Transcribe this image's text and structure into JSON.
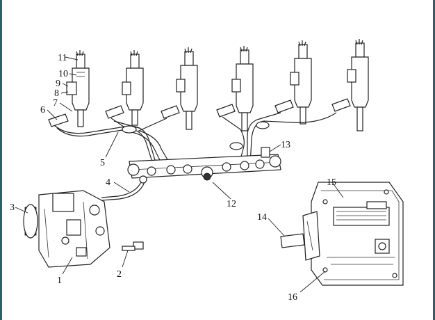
{
  "diagram": {
    "callouts": [
      {
        "id": "1",
        "text": "1"
      },
      {
        "id": "2",
        "text": "2"
      },
      {
        "id": "3",
        "text": "3"
      },
      {
        "id": "4",
        "text": "4"
      },
      {
        "id": "5",
        "text": "5"
      },
      {
        "id": "6",
        "text": "6"
      },
      {
        "id": "7",
        "text": "7"
      },
      {
        "id": "8",
        "text": "8"
      },
      {
        "id": "9",
        "text": "9"
      },
      {
        "id": "10",
        "text": "10"
      },
      {
        "id": "11",
        "text": "11"
      },
      {
        "id": "12",
        "text": "12"
      },
      {
        "id": "13",
        "text": "13"
      },
      {
        "id": "14",
        "text": "14"
      },
      {
        "id": "15",
        "text": "15"
      },
      {
        "id": "16",
        "text": "16"
      }
    ],
    "colors": {
      "line": "#222222",
      "border": "#2f5f6f",
      "background": "#ffffff"
    }
  }
}
